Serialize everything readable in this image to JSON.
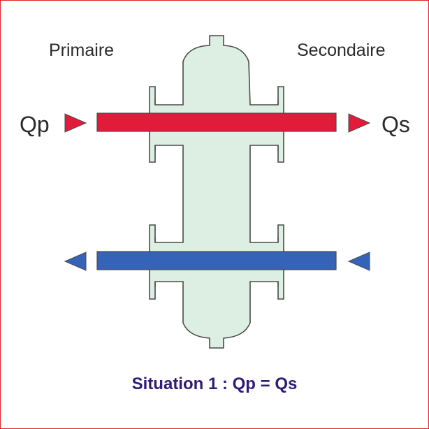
{
  "labels": {
    "primary": "Primaire",
    "secondary": "Secondaire",
    "primary_flow": "Qp",
    "secondary_flow": "Qs"
  },
  "caption": "Situation 1 : Qp = Qs",
  "colors": {
    "frame": "#e0241f",
    "hot_pipe": "#e31b3b",
    "cold_pipe": "#3563b8",
    "separator_fill": "#dcefe2",
    "outline": "#4a4a4a",
    "caption": "#2f1c7a"
  },
  "icons": {
    "hot_inlet": "arrow-right-icon",
    "hot_outlet": "arrow-right-icon",
    "cold_return_left": "arrow-left-icon",
    "cold_return_right": "arrow-left-icon"
  }
}
